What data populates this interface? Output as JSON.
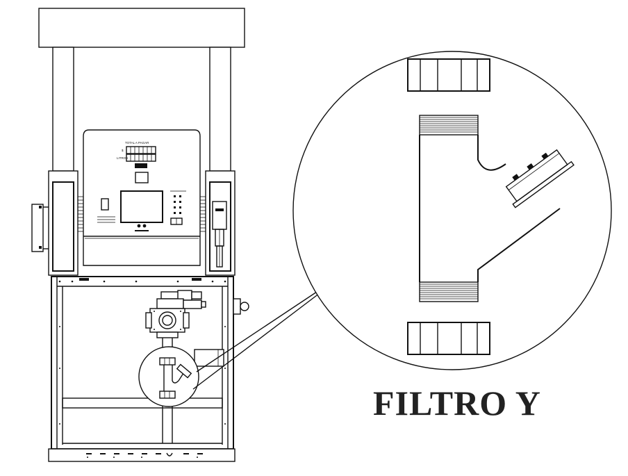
{
  "diagram": {
    "title": "FILTRO Y",
    "display_header": "TOTAL A PAGAR",
    "display_row_1_label": "$",
    "display_row_2_label": "LITROS"
  },
  "colors": {
    "line": "#111111",
    "background": "#ffffff",
    "title": "#222222"
  }
}
